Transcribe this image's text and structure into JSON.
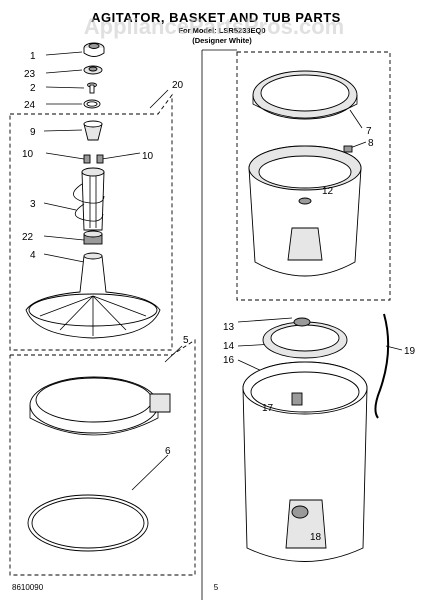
{
  "header": {
    "title": "AGITATOR, BASKET AND TUB PARTS",
    "model_line": "For Model: LSR5233EQ0",
    "color_note": "(Designer White)",
    "watermark": "AppliancePartsPros.com"
  },
  "callouts": {
    "c1": "1",
    "c2": "2",
    "c3": "3",
    "c4": "4",
    "c5": "5",
    "c6": "6",
    "c7": "7",
    "c8": "8",
    "c9": "9",
    "c10a": "10",
    "c10b": "10",
    "c12": "12",
    "c13": "13",
    "c14": "14",
    "c16": "16",
    "c17": "17",
    "c18": "18",
    "c19": "19",
    "c20": "20",
    "c22": "22",
    "c23": "23",
    "c24": "24"
  },
  "footer": {
    "doc_code": "8610090",
    "page_number": "5"
  }
}
